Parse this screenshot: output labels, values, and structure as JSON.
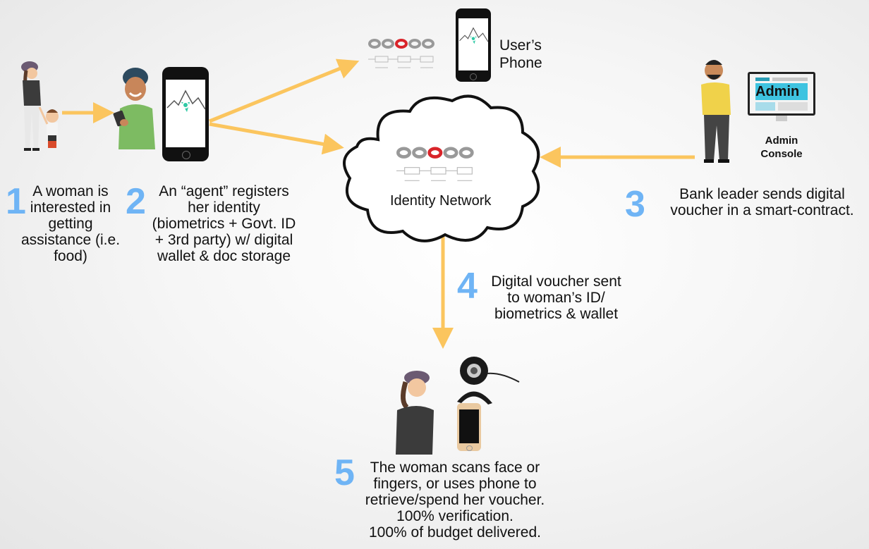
{
  "colors": {
    "arrow": "#fbc55e",
    "step_number": "#6fb4f5",
    "text": "#111111",
    "cloud_outline": "#111111",
    "phone_logo": "#2fc9a5",
    "chain_highlight": "#d9242a",
    "admin_screen": "#3ec3e0"
  },
  "nodes": {
    "woman_child": {
      "icon": "woman-with-child-icon"
    },
    "agent": {
      "icon": "agent-with-phone-icon",
      "phone_icon": "phone-app-logo-icon"
    },
    "users_phone": {
      "label_line1": "User’s",
      "label_line2": "Phone",
      "icon": "phone-app-logo-icon",
      "chain_icon": "blockchain-icon"
    },
    "identity_network": {
      "label": "Identity Network",
      "icon": "cloud-icon",
      "chain_icon": "blockchain-icon"
    },
    "bank_leader": {
      "icon": "bank-leader-icon"
    },
    "admin_console": {
      "screen_text": "Admin",
      "label_line1": "Admin",
      "label_line2": "Console",
      "icon": "monitor-icon"
    },
    "redemption": {
      "icons": [
        "woman-icon",
        "webcam-icon",
        "smartphone-icon"
      ]
    }
  },
  "steps": [
    {
      "number": "1",
      "lines": [
        "A woman is",
        "interested in",
        "getting",
        "assistance (i.e.",
        "food)"
      ]
    },
    {
      "number": "2",
      "lines": [
        "An “agent” registers",
        "her identity",
        "(biometrics + Govt. ID",
        "+ 3rd party) w/ digital",
        "wallet & doc storage"
      ]
    },
    {
      "number": "3",
      "lines": [
        "Bank leader sends digital",
        "voucher in a smart-contract."
      ]
    },
    {
      "number": "4",
      "lines": [
        "Digital voucher sent",
        "to woman’s ID/",
        "biometrics & wallet"
      ]
    },
    {
      "number": "5",
      "lines": [
        "The woman scans face or",
        "fingers, or uses phone to",
        "retrieve/spend her voucher.",
        "100% verification.",
        "100% of budget delivered."
      ]
    }
  ],
  "arrows": [
    {
      "from": "woman_child",
      "to": "agent"
    },
    {
      "from": "agent",
      "to": "users_phone"
    },
    {
      "from": "agent",
      "to": "identity_network"
    },
    {
      "from": "bank_leader",
      "to": "identity_network"
    },
    {
      "from": "identity_network",
      "to": "redemption"
    }
  ]
}
